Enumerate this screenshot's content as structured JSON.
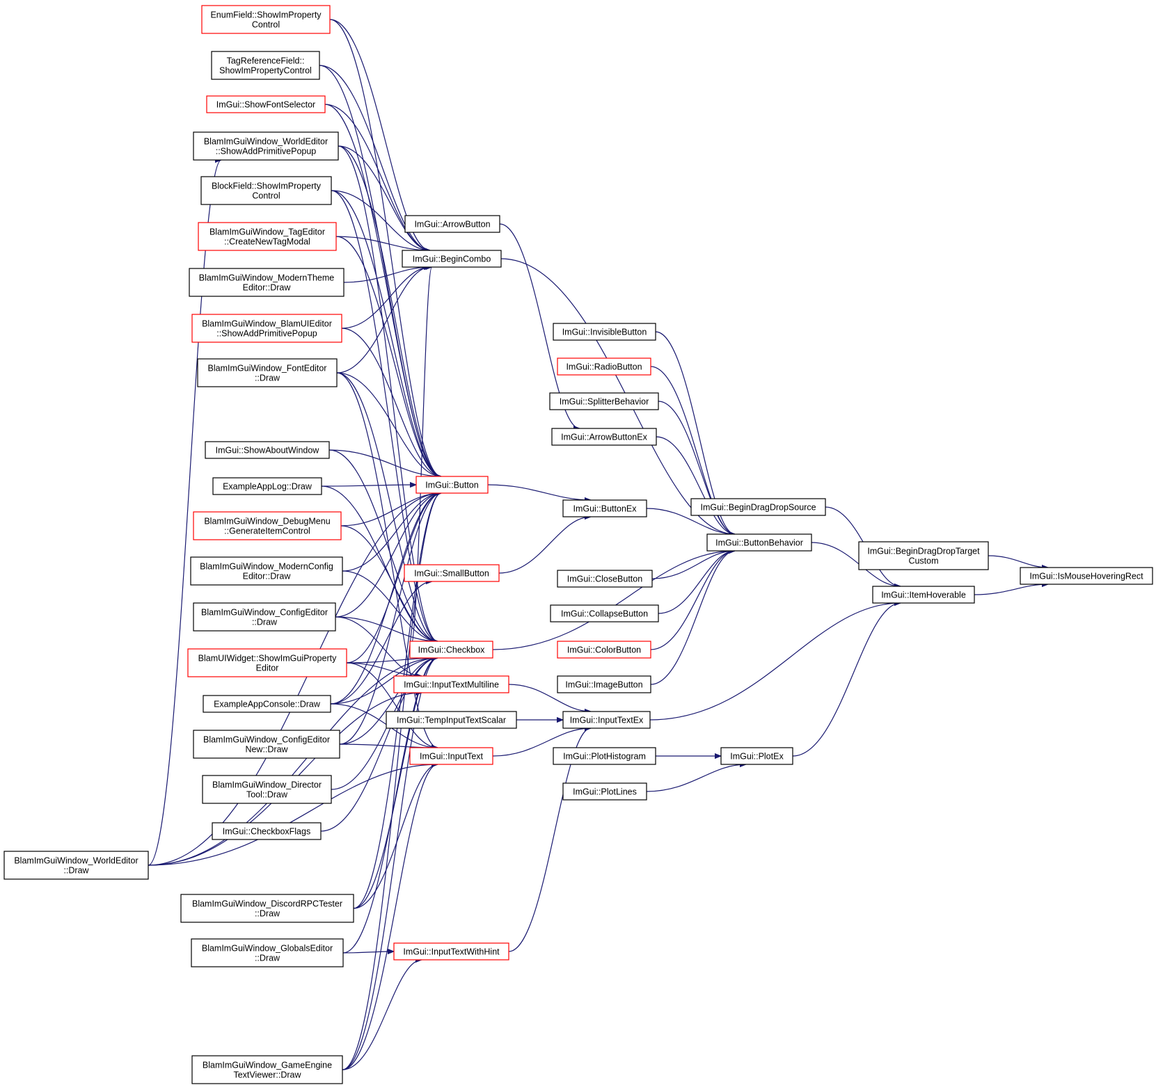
{
  "colors": {
    "edge": "#191970",
    "box_border_normal": "#000000",
    "box_border_truncated": "#ff0000",
    "root_fill": "#bfbfbf"
  },
  "nodes": [
    {
      "id": "enum",
      "lines": [
        "EnumField::ShowImProperty",
        "Control"
      ],
      "border": "red"
    },
    {
      "id": "tagref",
      "lines": [
        "TagReferenceField::",
        "ShowImPropertyControl"
      ],
      "border": "black"
    },
    {
      "id": "fontsel",
      "lines": [
        "ImGui::ShowFontSelector"
      ],
      "border": "red"
    },
    {
      "id": "we_popup",
      "lines": [
        "BlamImGuiWindow_WorldEditor",
        "::ShowAddPrimitivePopup"
      ],
      "border": "black"
    },
    {
      "id": "block",
      "lines": [
        "BlockField::ShowImProperty",
        "Control"
      ],
      "border": "black"
    },
    {
      "id": "tagmodal",
      "lines": [
        "BlamImGuiWindow_TagEditor",
        "::CreateNewTagModal"
      ],
      "border": "red"
    },
    {
      "id": "modtheme",
      "lines": [
        "BlamImGuiWindow_ModernTheme",
        "Editor::Draw"
      ],
      "border": "black"
    },
    {
      "id": "uieditor",
      "lines": [
        "BlamImGuiWindow_BlamUIEditor",
        "::ShowAddPrimitivePopup"
      ],
      "border": "red"
    },
    {
      "id": "fonteditor",
      "lines": [
        "BlamImGuiWindow_FontEditor",
        "::Draw"
      ],
      "border": "black"
    },
    {
      "id": "about",
      "lines": [
        "ImGui::ShowAboutWindow"
      ],
      "border": "black"
    },
    {
      "id": "applog",
      "lines": [
        "ExampleAppLog::Draw"
      ],
      "border": "black"
    },
    {
      "id": "debugmenu",
      "lines": [
        "BlamImGuiWindow_DebugMenu",
        "::GenerateItemControl"
      ],
      "border": "red"
    },
    {
      "id": "modconfig",
      "lines": [
        "BlamImGuiWindow_ModernConfig",
        "Editor::Draw"
      ],
      "border": "black"
    },
    {
      "id": "configed",
      "lines": [
        "BlamImGuiWindow_ConfigEditor",
        "::Draw"
      ],
      "border": "black"
    },
    {
      "id": "uiwidget",
      "lines": [
        "BlamUIWidget::ShowImGuiProperty",
        "Editor"
      ],
      "border": "red"
    },
    {
      "id": "console",
      "lines": [
        "ExampleAppConsole::Draw"
      ],
      "border": "black"
    },
    {
      "id": "confignew",
      "lines": [
        "BlamImGuiWindow_ConfigEditor",
        "New::Draw"
      ],
      "border": "black"
    },
    {
      "id": "director",
      "lines": [
        "BlamImGuiWindow_Director",
        "Tool::Draw"
      ],
      "border": "black"
    },
    {
      "id": "cbflags",
      "lines": [
        "ImGui::CheckboxFlags"
      ],
      "border": "black"
    },
    {
      "id": "we_draw",
      "lines": [
        "BlamImGuiWindow_WorldEditor",
        "::Draw"
      ],
      "border": "black"
    },
    {
      "id": "discord",
      "lines": [
        "BlamImGuiWindow_DiscordRPCTester",
        "::Draw"
      ],
      "border": "black"
    },
    {
      "id": "globals",
      "lines": [
        "BlamImGuiWindow_GlobalsEditor",
        "::Draw"
      ],
      "border": "black"
    },
    {
      "id": "gametext",
      "lines": [
        "BlamImGuiWindow_GameEngine",
        "TextViewer::Draw"
      ],
      "border": "black"
    },
    {
      "id": "arrowbtn",
      "lines": [
        "ImGui::ArrowButton"
      ],
      "border": "black"
    },
    {
      "id": "begincombo",
      "lines": [
        "ImGui::BeginCombo"
      ],
      "border": "black"
    },
    {
      "id": "button",
      "lines": [
        "ImGui::Button"
      ],
      "border": "red"
    },
    {
      "id": "smallbtn",
      "lines": [
        "ImGui::SmallButton"
      ],
      "border": "red"
    },
    {
      "id": "checkbox",
      "lines": [
        "ImGui::Checkbox"
      ],
      "border": "red"
    },
    {
      "id": "inputml",
      "lines": [
        "ImGui::InputTextMultiline"
      ],
      "border": "red"
    },
    {
      "id": "tempscalar",
      "lines": [
        "ImGui::TempInputTextScalar"
      ],
      "border": "black"
    },
    {
      "id": "inputtext",
      "lines": [
        "ImGui::InputText"
      ],
      "border": "red"
    },
    {
      "id": "inputhint",
      "lines": [
        "ImGui::InputTextWithHint"
      ],
      "border": "red"
    },
    {
      "id": "invisbtn",
      "lines": [
        "ImGui::InvisibleButton"
      ],
      "border": "black"
    },
    {
      "id": "radiobtn",
      "lines": [
        "ImGui::RadioButton"
      ],
      "border": "red"
    },
    {
      "id": "splitter",
      "lines": [
        "ImGui::SplitterBehavior"
      ],
      "border": "black"
    },
    {
      "id": "arrowbtnex",
      "lines": [
        "ImGui::ArrowButtonEx"
      ],
      "border": "black"
    },
    {
      "id": "buttonex",
      "lines": [
        "ImGui::ButtonEx"
      ],
      "border": "black"
    },
    {
      "id": "closebtn",
      "lines": [
        "ImGui::CloseButton"
      ],
      "border": "black"
    },
    {
      "id": "collapsebtn",
      "lines": [
        "ImGui::CollapseButton"
      ],
      "border": "black"
    },
    {
      "id": "colorbtn",
      "lines": [
        "ImGui::ColorButton"
      ],
      "border": "red"
    },
    {
      "id": "imagebtn",
      "lines": [
        "ImGui::ImageButton"
      ],
      "border": "black"
    },
    {
      "id": "inputtextex",
      "lines": [
        "ImGui::InputTextEx"
      ],
      "border": "black"
    },
    {
      "id": "plothist",
      "lines": [
        "ImGui::PlotHistogram"
      ],
      "border": "black"
    },
    {
      "id": "plotlines",
      "lines": [
        "ImGui::PlotLines"
      ],
      "border": "black"
    },
    {
      "id": "dragsrc",
      "lines": [
        "ImGui::BeginDragDropSource"
      ],
      "border": "black"
    },
    {
      "id": "btnbehavior",
      "lines": [
        "ImGui::ButtonBehavior"
      ],
      "border": "black"
    },
    {
      "id": "plotex",
      "lines": [
        "ImGui::PlotEx"
      ],
      "border": "black"
    },
    {
      "id": "dragtarget",
      "lines": [
        "ImGui::BeginDragDropTarget",
        "Custom"
      ],
      "border": "black"
    },
    {
      "id": "itemhover",
      "lines": [
        "ImGui::ItemHoverable"
      ],
      "border": "black"
    },
    {
      "id": "root",
      "lines": [
        "ImGui::IsMouseHoveringRect"
      ],
      "border": "black",
      "root": true
    }
  ],
  "edges": [
    [
      "enum",
      "begincombo"
    ],
    [
      "tagref",
      "begincombo"
    ],
    [
      "fontsel",
      "begincombo"
    ],
    [
      "we_popup",
      "begincombo"
    ],
    [
      "block",
      "begincombo"
    ],
    [
      "tagmodal",
      "begincombo"
    ],
    [
      "modtheme",
      "begincombo"
    ],
    [
      "uieditor",
      "begincombo"
    ],
    [
      "fonteditor",
      "begincombo"
    ],
    [
      "checkbox",
      "begincombo"
    ],
    [
      "enum",
      "button"
    ],
    [
      "tagref",
      "button"
    ],
    [
      "fontsel",
      "button"
    ],
    [
      "we_popup",
      "button"
    ],
    [
      "block",
      "button"
    ],
    [
      "tagmodal",
      "button"
    ],
    [
      "uieditor",
      "button"
    ],
    [
      "fonteditor",
      "button"
    ],
    [
      "about",
      "button"
    ],
    [
      "applog",
      "button"
    ],
    [
      "debugmenu",
      "button"
    ],
    [
      "modconfig",
      "button"
    ],
    [
      "configed",
      "button"
    ],
    [
      "uiwidget",
      "button"
    ],
    [
      "console",
      "button"
    ],
    [
      "confignew",
      "button"
    ],
    [
      "we_draw",
      "button"
    ],
    [
      "discord",
      "button"
    ],
    [
      "gametext",
      "button"
    ],
    [
      "we_draw",
      "we_popup"
    ],
    [
      "we_popup",
      "checkbox"
    ],
    [
      "block",
      "checkbox"
    ],
    [
      "fonteditor",
      "checkbox"
    ],
    [
      "about",
      "checkbox"
    ],
    [
      "applog",
      "checkbox"
    ],
    [
      "debugmenu",
      "checkbox"
    ],
    [
      "modconfig",
      "checkbox"
    ],
    [
      "configed",
      "checkbox"
    ],
    [
      "uiwidget",
      "checkbox"
    ],
    [
      "console",
      "checkbox"
    ],
    [
      "confignew",
      "checkbox"
    ],
    [
      "director",
      "checkbox"
    ],
    [
      "cbflags",
      "checkbox"
    ],
    [
      "we_draw",
      "checkbox"
    ],
    [
      "discord",
      "checkbox"
    ],
    [
      "globals",
      "checkbox"
    ],
    [
      "gametext",
      "checkbox"
    ],
    [
      "console",
      "smallbtn"
    ],
    [
      "uiwidget",
      "inputml"
    ],
    [
      "configed",
      "inputml"
    ],
    [
      "we_draw",
      "inputml"
    ],
    [
      "uiwidget",
      "inputtext"
    ],
    [
      "confignew",
      "inputtext"
    ],
    [
      "console",
      "inputtext"
    ],
    [
      "discord",
      "inputtext"
    ],
    [
      "we_draw",
      "inputtext"
    ],
    [
      "gametext",
      "inputtext"
    ],
    [
      "fonteditor",
      "inputtext"
    ],
    [
      "globals",
      "inputhint"
    ],
    [
      "gametext",
      "inputhint"
    ],
    [
      "arrowbtn",
      "arrowbtnex"
    ],
    [
      "begincombo",
      "btnbehavior"
    ],
    [
      "button",
      "buttonex"
    ],
    [
      "smallbtn",
      "buttonex"
    ],
    [
      "invisbtn",
      "btnbehavior"
    ],
    [
      "radiobtn",
      "btnbehavior"
    ],
    [
      "splitter",
      "btnbehavior"
    ],
    [
      "arrowbtnex",
      "btnbehavior"
    ],
    [
      "buttonex",
      "btnbehavior"
    ],
    [
      "closebtn",
      "btnbehavior"
    ],
    [
      "collapsebtn",
      "btnbehavior"
    ],
    [
      "colorbtn",
      "btnbehavior"
    ],
    [
      "imagebtn",
      "btnbehavior"
    ],
    [
      "checkbox",
      "btnbehavior"
    ],
    [
      "inputml",
      "inputtextex"
    ],
    [
      "tempscalar",
      "inputtextex"
    ],
    [
      "inputtext",
      "inputtextex"
    ],
    [
      "inputhint",
      "inputtextex"
    ],
    [
      "plothist",
      "plotex"
    ],
    [
      "plotlines",
      "plotex"
    ],
    [
      "dragsrc",
      "itemhover"
    ],
    [
      "btnbehavior",
      "itemhover"
    ],
    [
      "inputtextex",
      "itemhover"
    ],
    [
      "plotex",
      "itemhover"
    ],
    [
      "dragtarget",
      "root"
    ],
    [
      "itemhover",
      "root"
    ]
  ]
}
